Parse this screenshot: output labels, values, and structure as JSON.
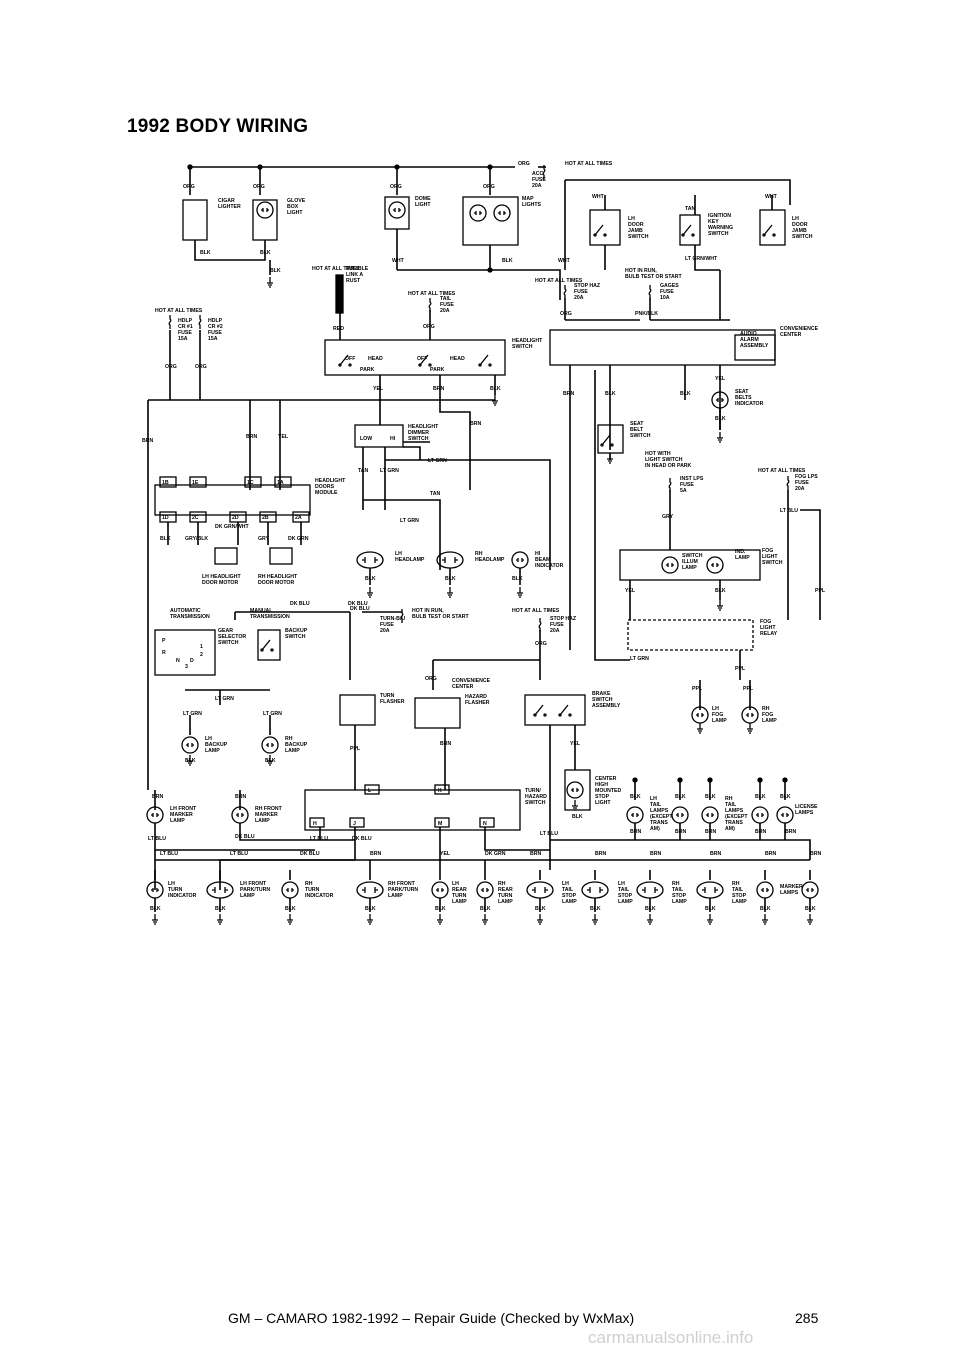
{
  "page": {
    "title": "1992 BODY WIRING",
    "footer_text": "GM – CAMARO 1982-1992 – Repair Guide (Checked by WxMax)",
    "page_number": "285",
    "watermark": "carmanualsonline.info"
  },
  "diagram": {
    "hot_at_all_times": "HOT AT ALL TIMES",
    "acc_fuse": [
      "ACC",
      "FUSE",
      "20A"
    ],
    "components": {
      "cigar_lighter": [
        "CIGAR",
        "LIGHTER"
      ],
      "glove_box_light": [
        "GLOVE",
        "BOX",
        "LIGHT"
      ],
      "dome_light": [
        "DOME",
        "LIGHT"
      ],
      "map_lights": [
        "MAP",
        "LIGHTS"
      ],
      "lh_door_jamb": [
        "LH",
        "DOOR",
        "JAMB",
        "SWITCH"
      ],
      "ignition_key": [
        "IGNITION",
        "KEY",
        "WARNING",
        "SWITCH"
      ],
      "rh_door_jamb": [
        "LH",
        "DOOR",
        "JAMB",
        "SWITCH"
      ],
      "fusible_link": [
        "FUSIBLE",
        "LINK A",
        "RUST"
      ],
      "tail_fuse": [
        "TAIL",
        "FUSE",
        "20A"
      ],
      "stop_haz_fuse": [
        "STOP HAZ",
        "FUSE",
        "20A"
      ],
      "gages_fuse": [
        "GAGES",
        "FUSE",
        "10A"
      ],
      "hot_in_run_gages": [
        "HOT IN RUN,",
        "BULB TEST OR START"
      ],
      "hdlp1": [
        "HDLP",
        "CR #1",
        "FUSE",
        "15A"
      ],
      "hdlp2": [
        "HDLP",
        "CR #2",
        "FUSE",
        "15A"
      ],
      "headlight_switch": [
        "HEADLIGHT",
        "SWITCH"
      ],
      "convenience_center": [
        "CONVENIENCE",
        "CENTER"
      ],
      "audio_alarm": [
        "AUDIO",
        "ALARM",
        "ASSEMBLY"
      ],
      "seat_belts_indicator": [
        "SEAT",
        "BELTS",
        "INDICATOR"
      ],
      "seat_belt_switch": [
        "SEAT",
        "BELT",
        "SWITCH"
      ],
      "dimmer": [
        "HEADLIGHT",
        "DIMMER",
        "SWITCH"
      ],
      "headlight_module": [
        "HEADLIGHT",
        "DOORS",
        "MODULE"
      ],
      "lh_hd_motor": [
        "LH HEADLIGHT",
        "DOOR MOTOR"
      ],
      "rh_hd_motor": [
        "RH HEADLIGHT",
        "DOOR MOTOR"
      ],
      "lh_headlamp": [
        "LH",
        "HEADLAMP"
      ],
      "rh_headlamp": [
        "RH",
        "HEADLAMP"
      ],
      "hi_beam": [
        "HI",
        "BEAM",
        "INDICATOR"
      ],
      "hot_with_light": [
        "HOT WITH",
        "LIGHT SWITCH",
        "IN HEAD OR PARK"
      ],
      "inst_lps_fuse": [
        "INST LPS",
        "FUSE",
        "5A"
      ],
      "fog_lps_fuse": [
        "FOG LPS",
        "FUSE",
        "20A"
      ],
      "switch_illum": [
        "SWITCH",
        "ILLUM",
        "LAMP"
      ],
      "ind_lamp": [
        "IND.",
        "LAMP"
      ],
      "fog_light_switch": [
        "FOG",
        "LIGHT",
        "SWITCH"
      ],
      "fog_light_relay": [
        "FOG",
        "LIGHT",
        "RELAY"
      ],
      "automatic_trans": [
        "AUTOMATIC",
        "TRANSMISSION"
      ],
      "manual_trans": [
        "MANUAL",
        "TRANSMISSION"
      ],
      "gear_selector": [
        "GEAR",
        "SELECTOR",
        "SWITCH"
      ],
      "backup_switch": [
        "BACKUP",
        "SWITCH"
      ],
      "turn_bu_fuse": [
        "TURN-B/U",
        "FUSE",
        "20A"
      ],
      "hot_in_run": [
        "HOT IN RUN,",
        "BULB TEST OR START"
      ],
      "stop_haz_fuse_2": [
        "STOP HAZ",
        "FUSE",
        "20A"
      ],
      "lh_backup": [
        "LH",
        "BACKUP",
        "LAMP"
      ],
      "rh_backup": [
        "RH",
        "BACKUP",
        "LAMP"
      ],
      "turn_flasher": [
        "TURN",
        "FLASHER"
      ],
      "conv_center_2": [
        "CONVENIENCE",
        "CENTER"
      ],
      "hazard_flasher": [
        "HAZARD",
        "FLASHER"
      ],
      "brake_switch": [
        "BRAKE",
        "SWITCH",
        "ASSEMBLY"
      ],
      "lh_fog": [
        "LH",
        "FOG",
        "LAMP"
      ],
      "rh_fog": [
        "RH",
        "FOG",
        "LAMP"
      ],
      "lh_front_marker": [
        "LH FRONT",
        "MARKER",
        "LAMP"
      ],
      "rh_front_marker": [
        "RH FRONT",
        "MARKER",
        "LAMP"
      ],
      "turn_hazard_switch": [
        "TURN/",
        "HAZARD",
        "SWITCH"
      ],
      "chmsl": [
        "CENTER",
        "HIGH",
        "MOUNTED",
        "STOP",
        "LIGHT"
      ],
      "lh_tail_lamps": [
        "LH",
        "TAIL",
        "LAMPS",
        "(EXCEPT",
        "TRANS",
        "AM)"
      ],
      "rh_tail_lamps": [
        "RH",
        "TAIL",
        "LAMPS",
        "(EXCEPT",
        "TRANS",
        "AM)"
      ],
      "license_lamps": [
        "LICENSE",
        "LAMPS"
      ],
      "lh_turn_ind": [
        "LH",
        "TURN",
        "INDICATOR"
      ],
      "lh_front_park": [
        "LH FRONT",
        "PARK/TURN",
        "LAMP"
      ],
      "rh_turn_ind": [
        "RH",
        "TURN",
        "INDICATOR"
      ],
      "rh_front_park": [
        "RH FRONT",
        "PARK/TURN",
        "LAMP"
      ],
      "lh_rear_turn": [
        "LH",
        "REAR",
        "TURN",
        "LAMP"
      ],
      "rh_rear_turn": [
        "RH",
        "REAR",
        "TURN",
        "LAMP"
      ],
      "lh_stop": [
        "LH",
        "TAIL",
        "STOP",
        "LAMP"
      ],
      "lh_tail_stop": [
        "LH",
        "TAIL",
        "STOP",
        "LAMP"
      ],
      "rh_tail_stop": [
        "RH",
        "TAIL",
        "STOP",
        "LAMP"
      ],
      "rh_tail_stop_2": [
        "RH",
        "TAIL",
        "STOP",
        "LAMP"
      ],
      "marker_lamps": [
        "MARKER",
        "LAMPS"
      ]
    },
    "wire_colors": [
      "ORG",
      "BLK",
      "WHT",
      "TAN",
      "RED",
      "PNK/BLK",
      "LT GRN/WHT",
      "LT GRN",
      "YEL",
      "BRN",
      "GRY",
      "DK GRN",
      "DK GRN/WHT",
      "GRY/BLK",
      "LT BLU",
      "DK BLU",
      "PPL"
    ],
    "switch_positions": [
      "OFF",
      "HEAD",
      "PARK",
      "LOW",
      "HI"
    ],
    "module_pins_top": [
      "1B",
      "1E",
      "1C",
      "1A"
    ],
    "module_pins_bottom": [
      "1D",
      "2C",
      "2D",
      "2B",
      "2A"
    ],
    "turn_switch_pins_top": [
      "L",
      "K"
    ],
    "turn_switch_pins_bottom": [
      "H",
      "J",
      "M",
      "N"
    ],
    "gear_positions": [
      "P",
      "R",
      "N",
      "D",
      "1",
      "2",
      "3"
    ]
  }
}
